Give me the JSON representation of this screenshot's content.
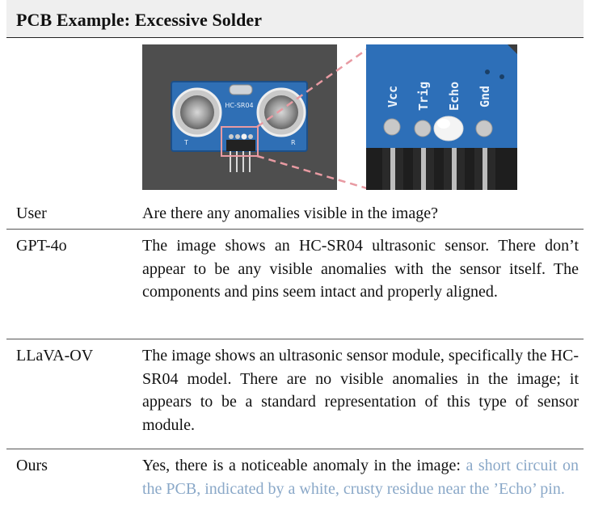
{
  "title": "PCB Example: Excessive Solder",
  "images": {
    "board_label": "HC-SR04",
    "pin_labels": [
      "Vcc",
      "Trig",
      "Echo",
      "Gnd"
    ],
    "silk_left": "T",
    "silk_right": "R"
  },
  "rows": [
    {
      "speaker": "User",
      "text": "Are there any anomalies visible in the image?",
      "highlight": ""
    },
    {
      "speaker": "GPT-4o",
      "text": "The image shows an HC-SR04 ultrasonic sensor. There don’t appear to be any visible anomalies with the sensor itself. The components and pins seem intact and properly aligned.",
      "highlight": ""
    },
    {
      "speaker": "LLaVA-OV",
      "text": "The image shows an ultrasonic sensor module, specifically the HC-SR04 model. There are no visible anomalies in the image; it appears to be a standard representation of this type of sensor module.",
      "highlight": ""
    },
    {
      "speaker": "Ours",
      "text": "Yes, there is a noticeable anomaly in the image: ",
      "highlight": "a short circuit on the PCB, indicated by a white, crusty residue near the ’Echo’ pin."
    }
  ],
  "colors": {
    "highlight": "#8aa8c8",
    "pcb_blue": "#2f6fb5",
    "photo_bg": "#4a4a4a"
  }
}
